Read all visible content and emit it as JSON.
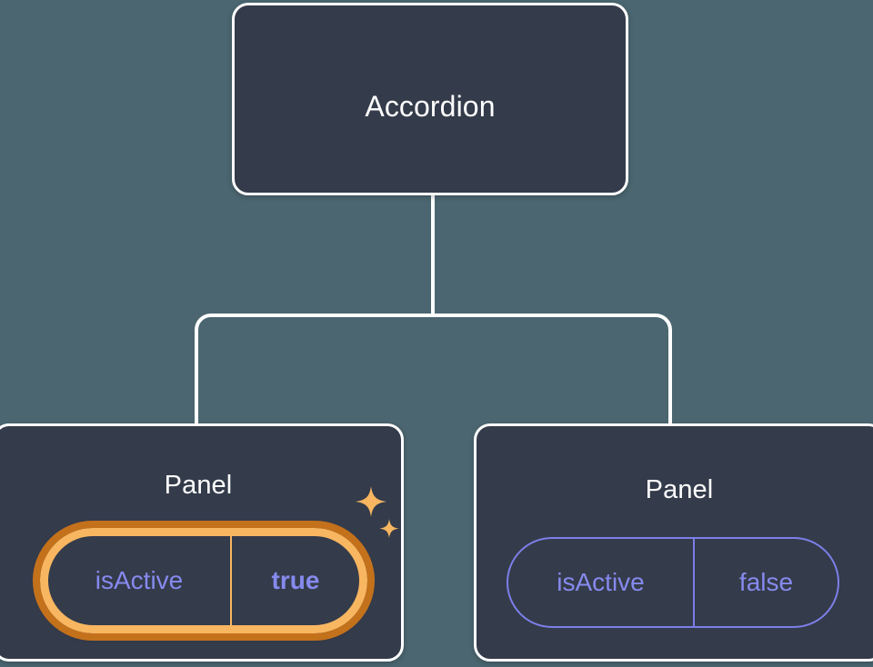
{
  "theme": {
    "background_color": "#4b6670",
    "card_fill": "#343b4a",
    "card_border": "#ffffff",
    "connector_color": "#ffffff",
    "prop_text_color": "#868aee",
    "prop_border_color": "#7c7fe8",
    "highlight_inner_ring": "#f8b661",
    "highlight_outer_ring": "#c4711b",
    "sparkle_color": "#f8b661"
  },
  "tree": {
    "root": {
      "title": "Accordion"
    },
    "children": [
      {
        "title": "Panel",
        "highlighted": true,
        "prop": {
          "key": "isActive",
          "value": "true"
        },
        "sparkles": {
          "large": "sparkle-icon",
          "small": "sparkle-icon"
        }
      },
      {
        "title": "Panel",
        "highlighted": false,
        "prop": {
          "key": "isActive",
          "value": "false"
        }
      }
    ]
  }
}
